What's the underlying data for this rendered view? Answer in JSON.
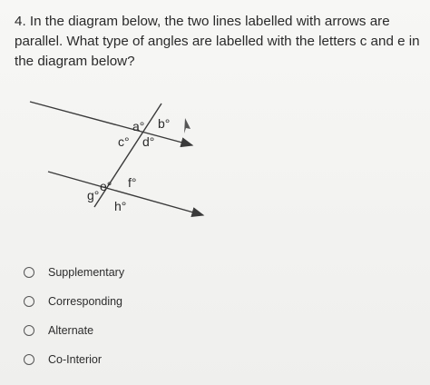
{
  "question": {
    "text": "4. In the diagram below, the two lines labelled with arrows are parallel. What type of angles are labelled with the letters c and e in the diagram below?"
  },
  "diagram": {
    "angle_labels": {
      "a": "a°",
      "b": "b°",
      "c": "c°",
      "d": "d°",
      "e": "e°",
      "f": "f°",
      "g": "g°",
      "h": "h°"
    }
  },
  "options": [
    {
      "label": "Supplementary"
    },
    {
      "label": "Corresponding"
    },
    {
      "label": "Alternate"
    },
    {
      "label": "Co-Interior"
    }
  ]
}
